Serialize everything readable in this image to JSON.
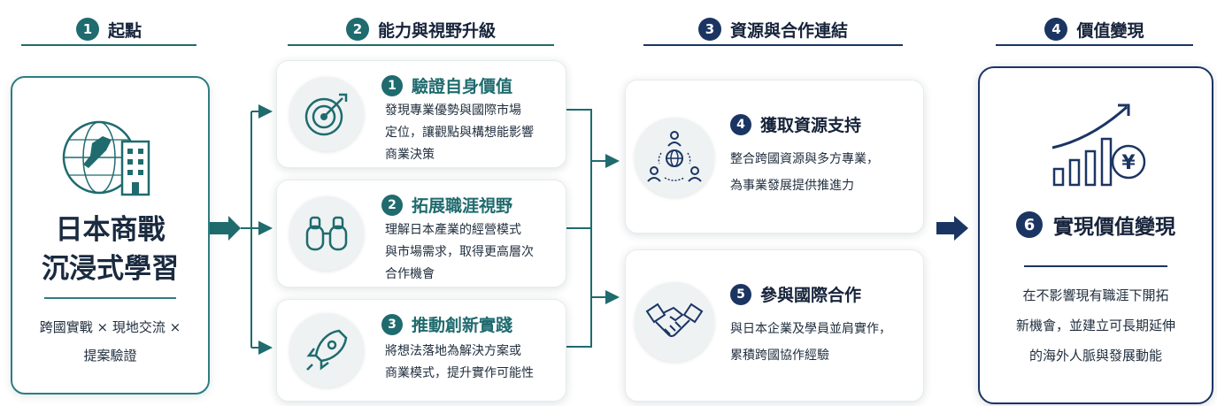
{
  "stages": [
    {
      "num": "1",
      "label": "起點"
    },
    {
      "num": "2",
      "label": "能力與視野升級"
    },
    {
      "num": "3",
      "label": "資源與合作連結"
    },
    {
      "num": "4",
      "label": "價值變現"
    }
  ],
  "start": {
    "title": "日本商戰\n沉浸式學習",
    "subtitle": "跨國實戰 × 現地交流 ×\n提案驗證",
    "icon": "japan-globe-building-icon"
  },
  "capabilities": [
    {
      "num": "1",
      "title": "驗證自身價值",
      "body": "發現專業優勢與國際市場\n定位，讓觀點與構想能影響\n商業決策",
      "icon": "target-icon"
    },
    {
      "num": "2",
      "title": "拓展職涯視野",
      "body": "理解日本產業的經營模式\n與市場需求，取得更高層次\n合作機會",
      "icon": "binoculars-icon"
    },
    {
      "num": "3",
      "title": "推動創新實踐",
      "body": "將想法落地為解決方案或\n商業模式，提升實作可能性",
      "icon": "rocket-icon"
    }
  ],
  "resources": [
    {
      "num": "4",
      "title": "獲取資源支持",
      "body": "整合跨國資源與多方專業，\n為事業發展提供推進力",
      "icon": "network-globe-icon"
    },
    {
      "num": "5",
      "title": "參與國際合作",
      "body": "與日本企業及學員並肩實作，\n累積跨國協作經驗",
      "icon": "handshake-icon"
    }
  ],
  "outcome": {
    "num": "6",
    "title": "實現價值變現",
    "body": "在不影響現有職涯下開拓\n新機會，並建立可長期延伸\n的海外人脈與發展動能",
    "icon": "growth-chart-yen-icon"
  },
  "colors": {
    "teal": "#1f6b6e",
    "navy": "#1b3563"
  }
}
